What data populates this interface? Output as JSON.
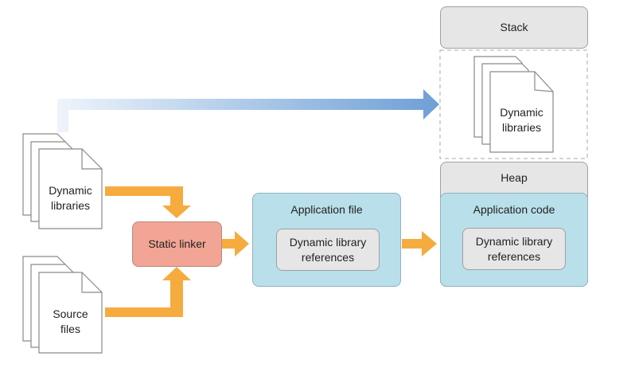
{
  "colors": {
    "orange_arrow": "#f6ab3f",
    "blue_arrow_start": "#eef4fb",
    "blue_arrow_end": "#6d9fd6",
    "static_linker_fill": "#f2a594",
    "app_fill": "#b9dfea",
    "gray_fill": "#e6e6e6",
    "border": "#9a9a9a"
  },
  "inputs": {
    "dynamic_libraries": "Dynamic\nlibraries",
    "source_files": "Source\nfiles"
  },
  "static_linker": {
    "label": "Static linker"
  },
  "application_file": {
    "title": "Application file",
    "inner": "Dynamic library\nreferences"
  },
  "memory": {
    "stack": "Stack",
    "dynamic_libraries": "Dynamic\nlibraries",
    "heap": "Heap",
    "application_code": {
      "title": "Application code",
      "inner": "Dynamic library\nreferences"
    }
  }
}
